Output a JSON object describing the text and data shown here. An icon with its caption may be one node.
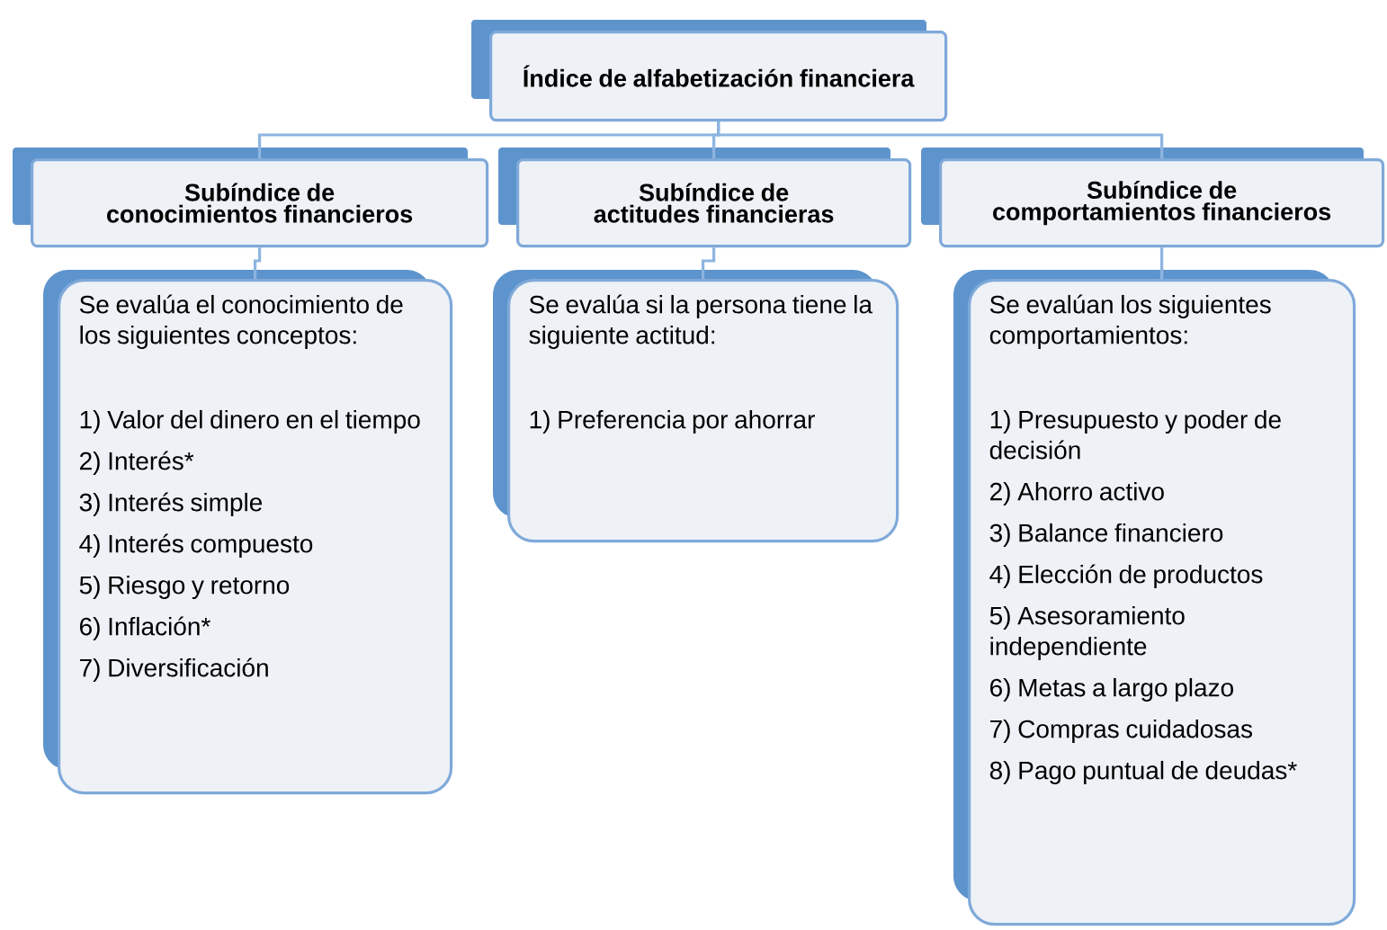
{
  "diagram": {
    "nodes": [
      {
        "text": [
          "Índice de alfabetización financiera"
        ]
      },
      {
        "text": [
          "Subíndice de conocimientos financieros"
        ]
      },
      {
        "text": [
          "Subíndice de actitudes financieras"
        ]
      },
      {
        "text": [
          "Subíndice de comportamientos financieros"
        ]
      },
      {
        "text": [
          "Se evalúa el conocimiento de los siguientes conceptos:",
          "1) Valor del dinero en el tiempo",
          "2) Interés*",
          "3) Interés simple",
          "4) Interés compuesto",
          "5) Riesgo y retorno",
          "6) Inflación*",
          "7) Diversificación"
        ]
      },
      {
        "text": [
          "Se evalúa si la persona tiene la siguiente actitud:",
          "1) Preferencia por ahorrar"
        ]
      },
      {
        "text": [
          "Se evalúan los siguientes comportamientos:",
          "1) Presupuesto y poder de decisión",
          "2) Ahorro activo",
          "3) Balance financiero",
          "4) Elección de productos",
          "5) Asesoramiento independiente",
          "6) Metas a largo plazo",
          "7) Compras cuidadosas",
          "8) Pago puntual de deudas*"
        ]
      }
    ],
    "edges": [
      {
        "from": 0,
        "to": 1,
        "arrow": "none"
      },
      {
        "from": 0,
        "to": 2,
        "arrow": "none"
      },
      {
        "from": 0,
        "to": 3,
        "arrow": "none"
      },
      {
        "from": 1,
        "to": 4,
        "arrow": "none"
      },
      {
        "from": 2,
        "to": 5,
        "arrow": "none"
      },
      {
        "from": 3,
        "to": 6,
        "arrow": "none"
      }
    ]
  }
}
